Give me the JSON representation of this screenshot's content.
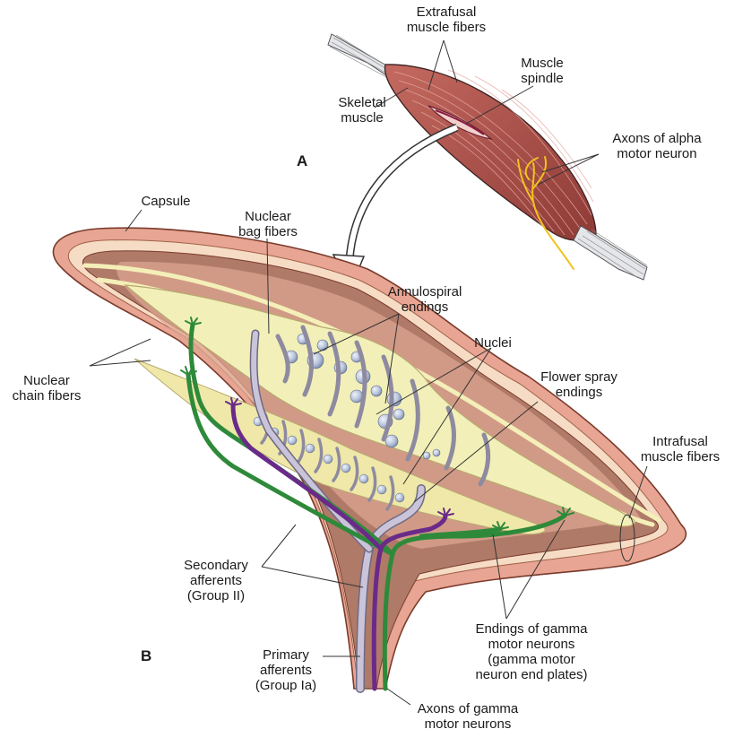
{
  "panels": {
    "a": "A",
    "b": "B"
  },
  "labels": {
    "extrafusal": "Extrafusal\nmuscle fibers",
    "muscle_spindle": "Muscle\nspindle",
    "skeletal_muscle": "Skeletal\nmuscle",
    "axons_alpha": "Axons of alpha\nmotor neuron",
    "capsule": "Capsule",
    "nuclear_bag": "Nuclear\nbag fibers",
    "annulospiral": "Annulospiral\nendings",
    "nuclei": "Nuclei",
    "nuclear_chain": "Nuclear\nchain fibers",
    "flower_spray": "Flower spray\nendings",
    "intrafusal": "Intrafusal\nmuscle fibers",
    "secondary_afferents": "Secondary\nafferents\n(Group II)",
    "endings_gamma": "Endings of gamma\nmotor neurons\n(gamma motor\nneuron end plates)",
    "primary_afferents": "Primary\nafferents\n(Group Ia)",
    "axons_gamma": "Axons of gamma\nmotor neurons"
  },
  "colors": {
    "capsule_outer": "#e8a593",
    "capsule_inner": "#f4d9c2",
    "spindle_fill": "#b07a68",
    "bag_fiber": "#f2f0b8",
    "nucleus": "#b8c4dc",
    "coil": "#8e8aa0",
    "afferent_primary": "#c9c4da",
    "gamma_green": "#2e8a3a",
    "gamma_purple": "#6a2a8a",
    "muscle": "#a8504a",
    "alpha_axon": "#f2c21c"
  }
}
